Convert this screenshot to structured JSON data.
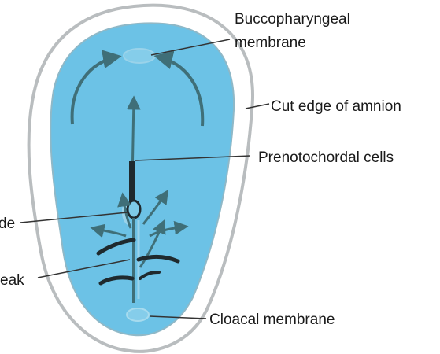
{
  "labels": {
    "buccopharyngeal_line1": "Buccopharyngeal",
    "buccopharyngeal_line2": "membrane",
    "amnion": "Cut edge of amnion",
    "prenotochordal": "Prenotochordal cells",
    "node_fragment": "de",
    "streak_fragment": "eak",
    "cloacal": "Cloacal membrane"
  },
  "colors": {
    "disc": "#6cc2e6",
    "disc_edge": "#9aa7ad",
    "amnion_fill": "#ffffff",
    "amnion_edge": "#b9bdbf",
    "arrows": "#3f6f78",
    "notochord": "#1f2a2e",
    "leader_lines": "#333333"
  }
}
